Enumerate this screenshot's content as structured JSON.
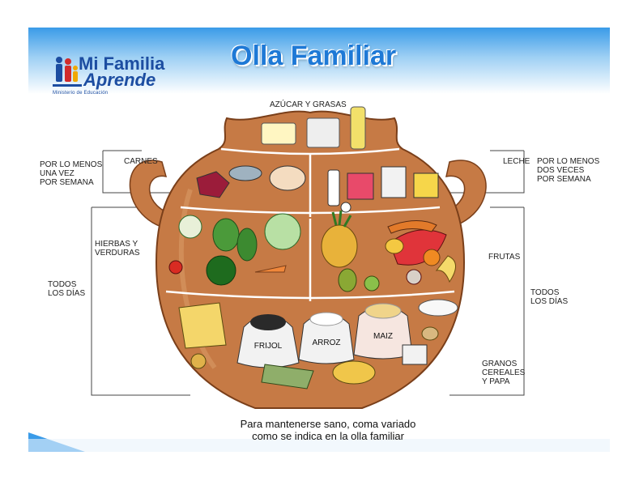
{
  "title": "Olla Familiar",
  "logo": {
    "line1": "Mi Familia",
    "line2": "Aprende",
    "subtitle": "Ministerio de Educación"
  },
  "labels": {
    "top": "AZÚCAR Y GRASAS",
    "meat": "CARNES",
    "milk": "LECHE",
    "weekly_left": "POR LO MENOS\nUNA VEZ\nPOR SEMANA",
    "weekly_right": "POR LO MENOS\nDOS VECES\nPOR SEMANA",
    "vegetables": "HIERBAS Y\nVERDURAS",
    "fruits": "FRUTAS",
    "daily_left": "TODOS\nLOS DÍAS",
    "daily_right": "TODOS\nLOS DÍAS",
    "grains": "GRANOS\nCEREALES\nY PAPA",
    "bag_beans": "FRIJOL",
    "bag_rice": "ARROZ",
    "bag_corn": "MAIZ"
  },
  "caption": "Para mantenerse sano, coma variado\ncomo se indica en la olla familiar",
  "colors": {
    "pot": "#c67a45",
    "pot_dark": "#a45c2c",
    "header_blue": "#3a9be8",
    "title_blue": "#1e79d6",
    "logo_blue": "#1c4da1"
  }
}
